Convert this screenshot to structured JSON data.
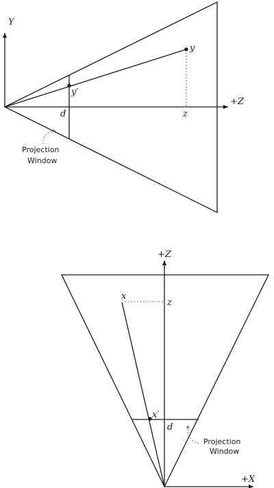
{
  "top_diagram": {
    "y_axis_label": "Y",
    "z_axis_label": "+Z",
    "point_label": "y",
    "projected_point_label": "y′",
    "d_label": "d",
    "z_label": "z",
    "window_label_line1": "Projection",
    "window_label_line2": "Window"
  },
  "bottom_diagram": {
    "z_axis_label": "+Z",
    "x_axis_label": "+X",
    "point_label": "x",
    "projected_point_label": "x′",
    "d_label": "d",
    "z_label": "z",
    "window_label_line1": "Projection",
    "window_label_line2": "Window"
  }
}
